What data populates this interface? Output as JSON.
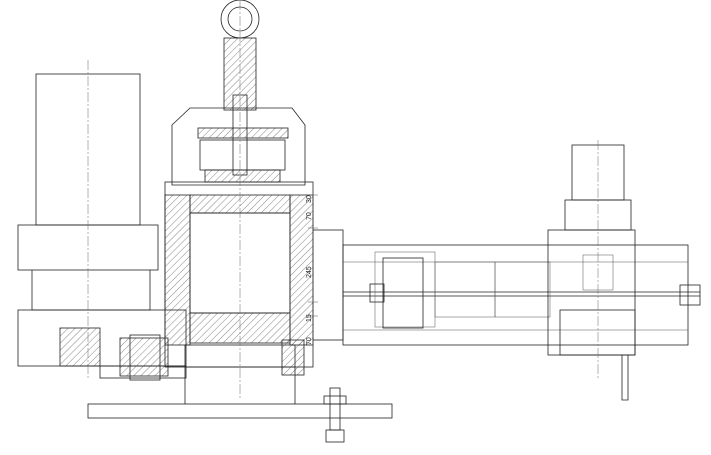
{
  "drawing": {
    "dimensions": [
      "30",
      "70",
      "245",
      "15",
      "70"
    ]
  }
}
